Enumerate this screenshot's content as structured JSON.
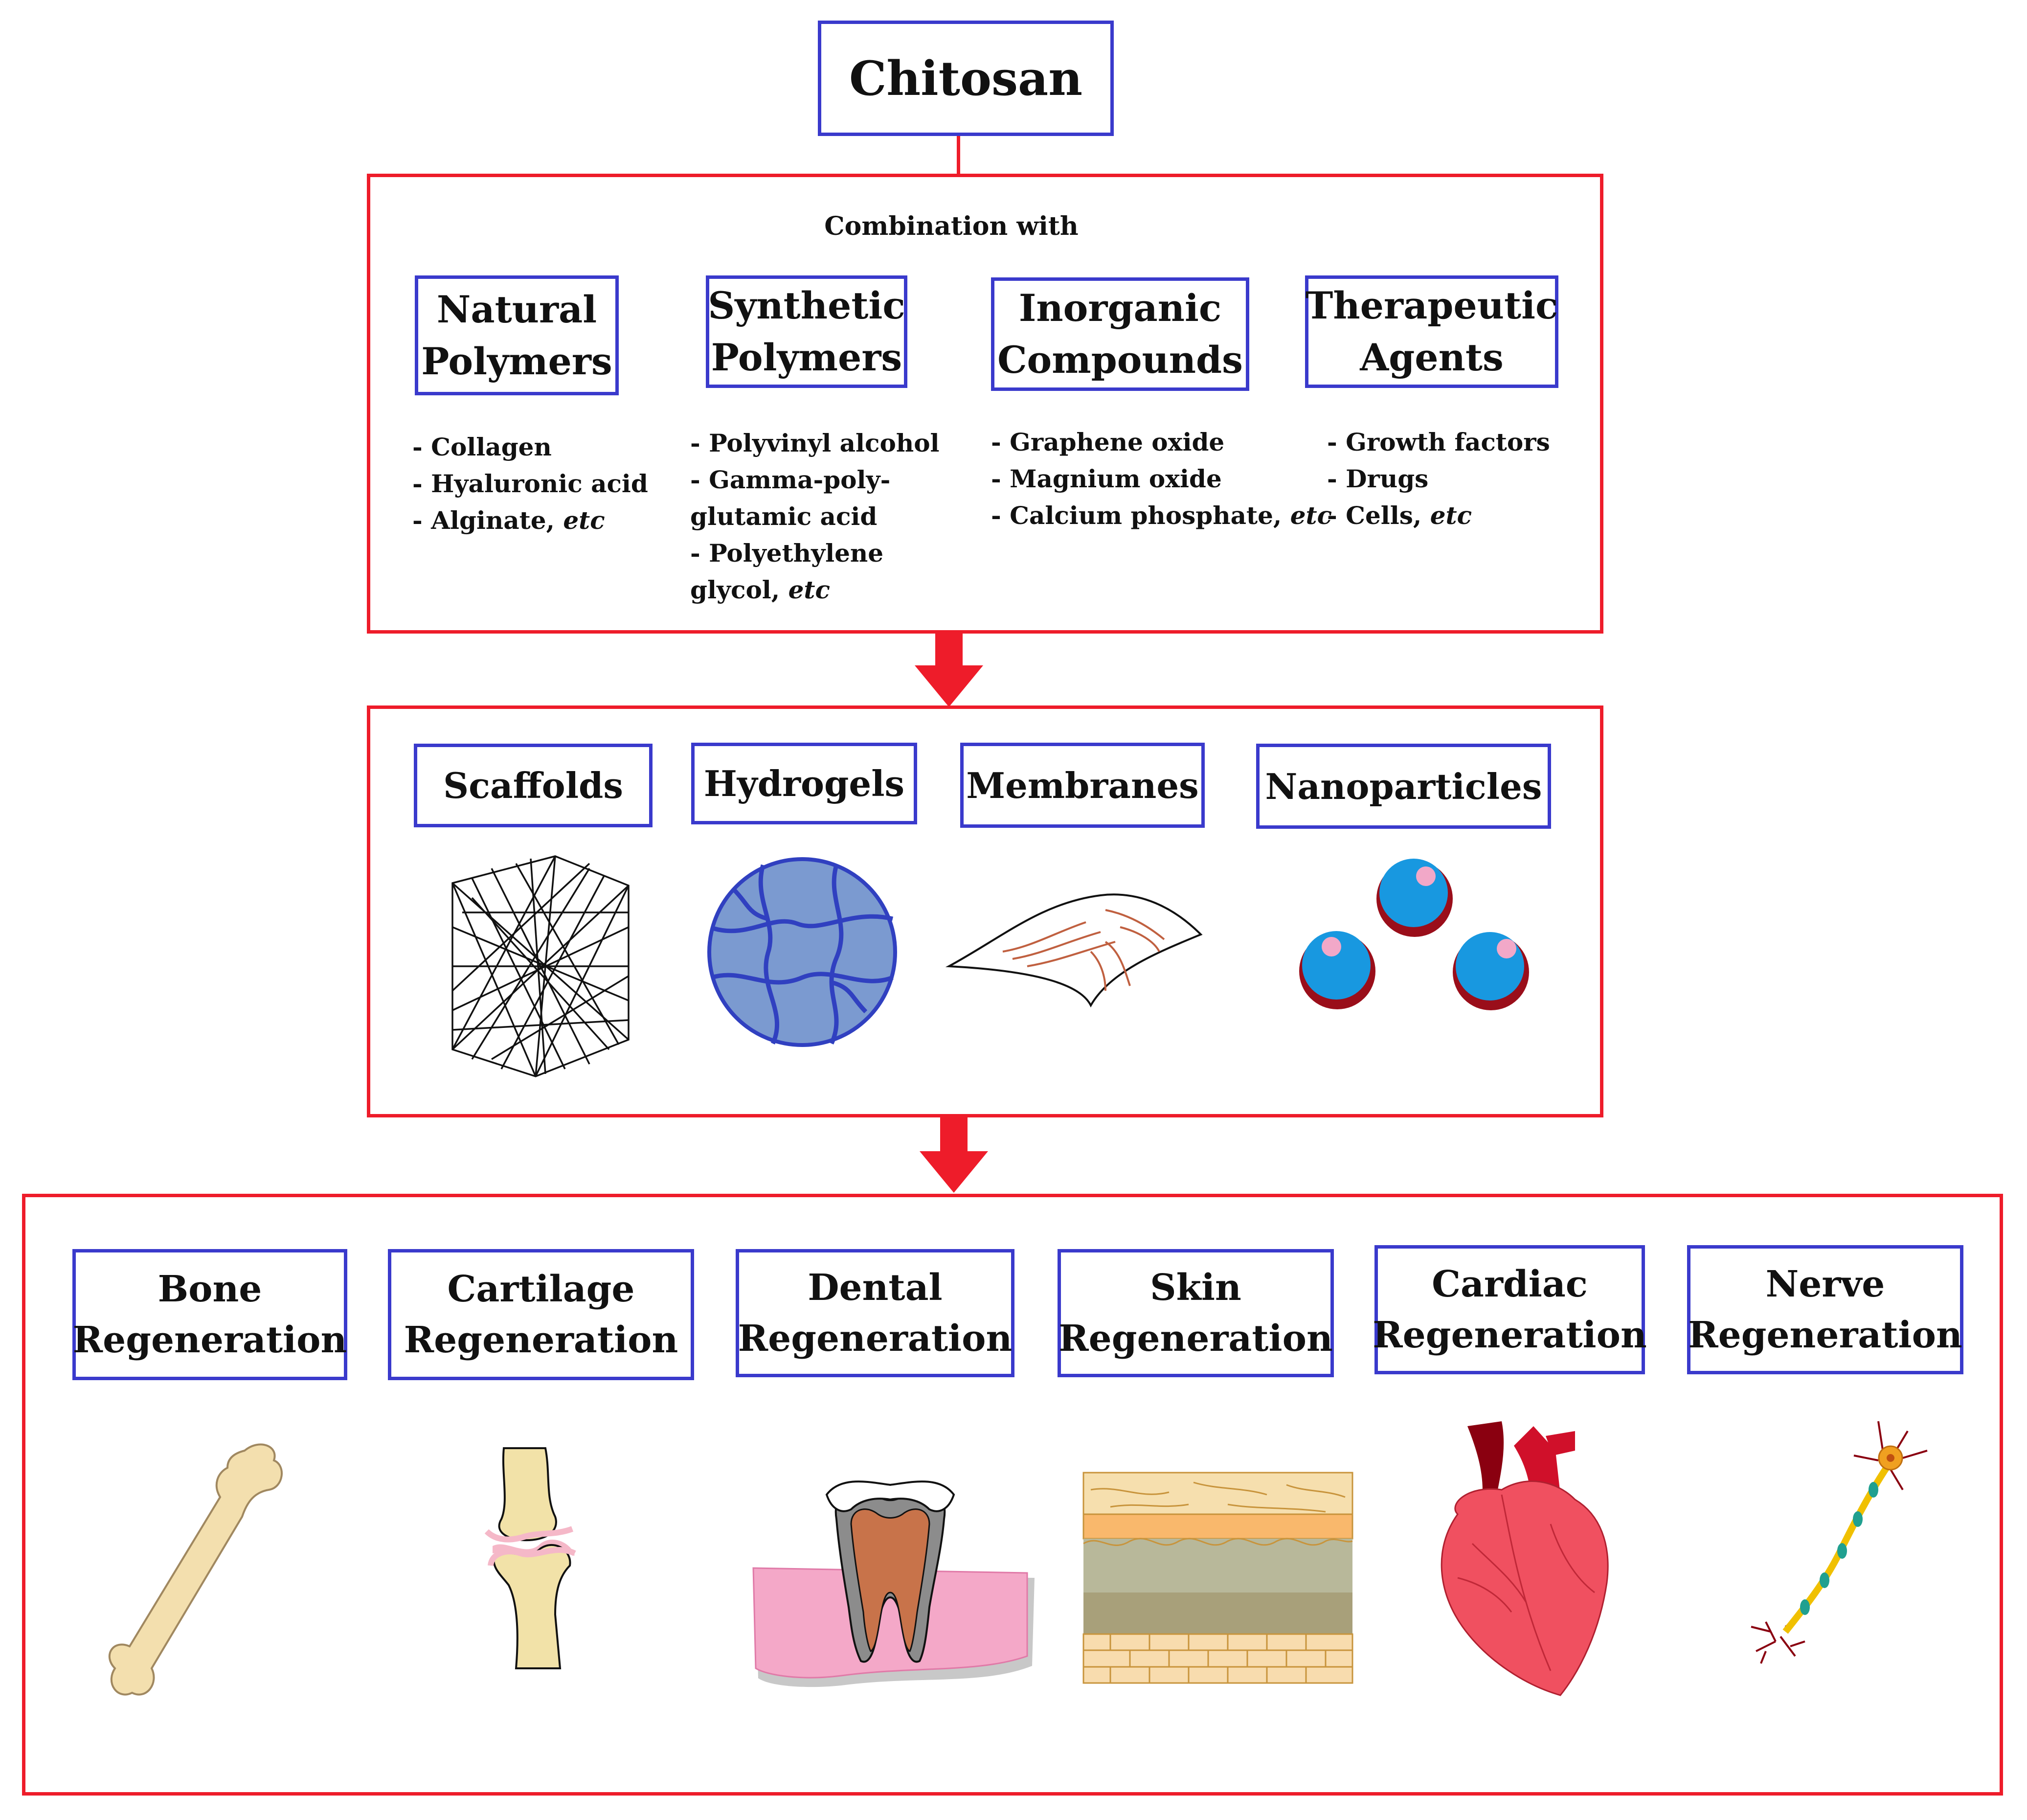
{
  "top": {
    "title": "Chitosan"
  },
  "combination": {
    "heading": "Combination with",
    "categories": [
      {
        "title_lines": [
          "Natural",
          "Polymers"
        ],
        "items": [
          "- Collagen",
          "- Hyaluronic acid",
          "- Alginate, "
        ],
        "etc": "etc"
      },
      {
        "title_lines": [
          "Synthetic",
          "Polymers"
        ],
        "items": [
          "- Polyvinyl alcohol",
          "- Gamma-poly-",
          "glutamic acid",
          "- Polyethylene",
          "glycol, "
        ],
        "etc": "etc"
      },
      {
        "title_lines": [
          "Inorganic",
          "Compounds"
        ],
        "items": [
          "- Graphene oxide",
          "- Magnium oxide",
          "- Calcium phosphate, "
        ],
        "etc": "etc"
      },
      {
        "title_lines": [
          "Therapeutic",
          "Agents"
        ],
        "items": [
          "- Growth factors",
          "- Drugs",
          "- Cells, "
        ],
        "etc": "etc"
      }
    ]
  },
  "forms": {
    "items": [
      {
        "label": "Scaffolds",
        "icon": "scaffold-icon"
      },
      {
        "label": "Hydrogels",
        "icon": "hydrogel-icon"
      },
      {
        "label": "Membranes",
        "icon": "membrane-icon"
      },
      {
        "label": "Nanoparticles",
        "icon": "nanoparticles-icon"
      }
    ]
  },
  "applications": {
    "items": [
      {
        "title_lines": [
          "Bone",
          "Regeneration"
        ],
        "icon": "bone-icon"
      },
      {
        "title_lines": [
          "Cartilage",
          "Regeneration"
        ],
        "icon": "cartilage-joint-icon"
      },
      {
        "title_lines": [
          "Dental",
          "Regeneration"
        ],
        "icon": "tooth-icon"
      },
      {
        "title_lines": [
          "Skin",
          "Regeneration"
        ],
        "icon": "skin-layers-icon"
      },
      {
        "title_lines": [
          "Cardiac",
          "Regeneration"
        ],
        "icon": "heart-icon"
      },
      {
        "title_lines": [
          "Nerve",
          "Regeneration"
        ],
        "icon": "neuron-icon"
      }
    ]
  },
  "colors": {
    "box_border": "#3a3acc",
    "section_border": "#ee1c2a",
    "arrow": "#ee1c2a"
  }
}
